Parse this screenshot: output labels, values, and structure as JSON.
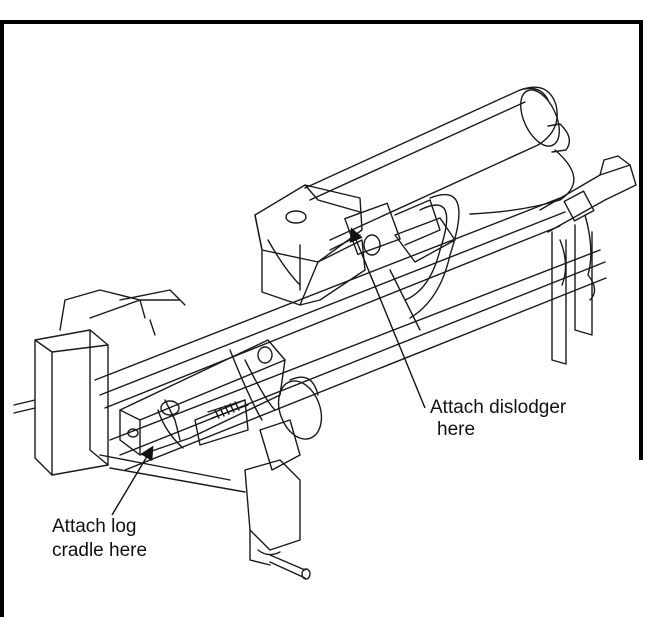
{
  "callouts": {
    "dislodger": {
      "line1": "Attach dislodger",
      "line2": "here"
    },
    "log_cradle": {
      "line1": "Attach log",
      "line2": "cradle here"
    }
  },
  "colors": {
    "ink": "#1a1a1a",
    "border": "#000000",
    "background": "#ffffff"
  }
}
